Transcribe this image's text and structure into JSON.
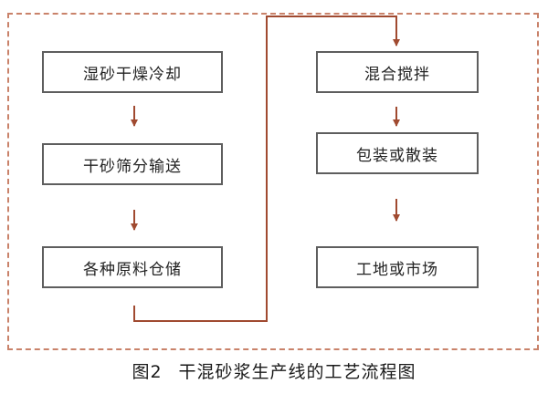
{
  "diagram": {
    "left_column": [
      {
        "id": "step-1",
        "label": "湿砂干燥冷却"
      },
      {
        "id": "step-2",
        "label": "干砂筛分输送"
      },
      {
        "id": "step-3",
        "label": "各种原料仓储"
      }
    ],
    "right_column": [
      {
        "id": "step-4",
        "label": "混合搅拌"
      },
      {
        "id": "step-5",
        "label": "包装或散装"
      },
      {
        "id": "step-6",
        "label": "工地或市场"
      }
    ],
    "colors": {
      "arrow": "#a04a30",
      "frame": "#c9826a",
      "box_border": "#5e5e5e"
    }
  },
  "caption": {
    "figure_number": "图2",
    "title": "干混砂浆生产线的工艺流程图"
  }
}
